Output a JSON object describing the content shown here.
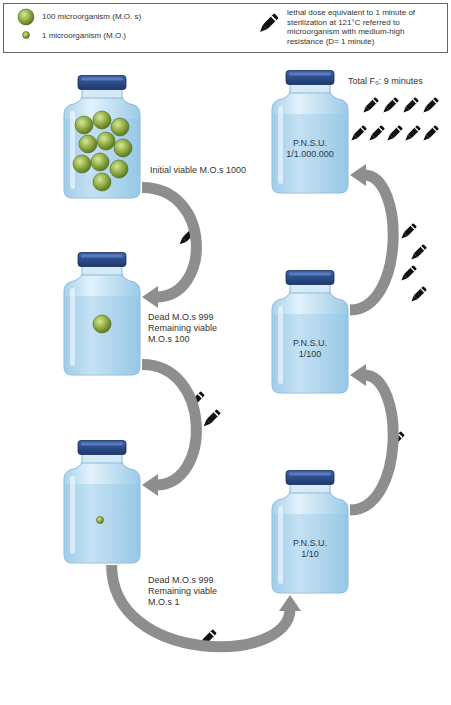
{
  "diagram": {
    "nodes": [
      {
        "text": [
          "Initial viable M.O.s 1000"
        ]
      },
      {
        "text": [
          "Dead M.O.s 999",
          "Remaining viable M.O.s 100"
        ]
      },
      {
        "text": [
          "Dead M.O.s 999",
          "Remaining viable M.O.s 1"
        ]
      },
      {
        "text": [
          "P.N.S.U. 1/10"
        ]
      },
      {
        "text": [
          "P.N.S.U. 1/100"
        ]
      },
      {
        "text": [
          "Total F₀: 9 minutes",
          "P.N.S.U. 1/1.000.000"
        ]
      }
    ],
    "edges": [
      {
        "from": 0,
        "to": 1,
        "arrow": "to"
      },
      {
        "from": 1,
        "to": 2,
        "arrow": "to"
      },
      {
        "from": 2,
        "to": 3,
        "arrow": "to"
      },
      {
        "from": 3,
        "to": 4,
        "arrow": "to"
      },
      {
        "from": 4,
        "to": 5,
        "arrow": "to"
      }
    ],
    "legend": [
      {
        "text": "100 microorganism (M.O. s)"
      },
      {
        "text": "1 microorganism (M.O.)"
      },
      {
        "text": "lethal dose equivalent to 1 minute of sterilization at 121°C referred to microorganism with medium-high resistance (D= 1 minute)"
      }
    ]
  }
}
